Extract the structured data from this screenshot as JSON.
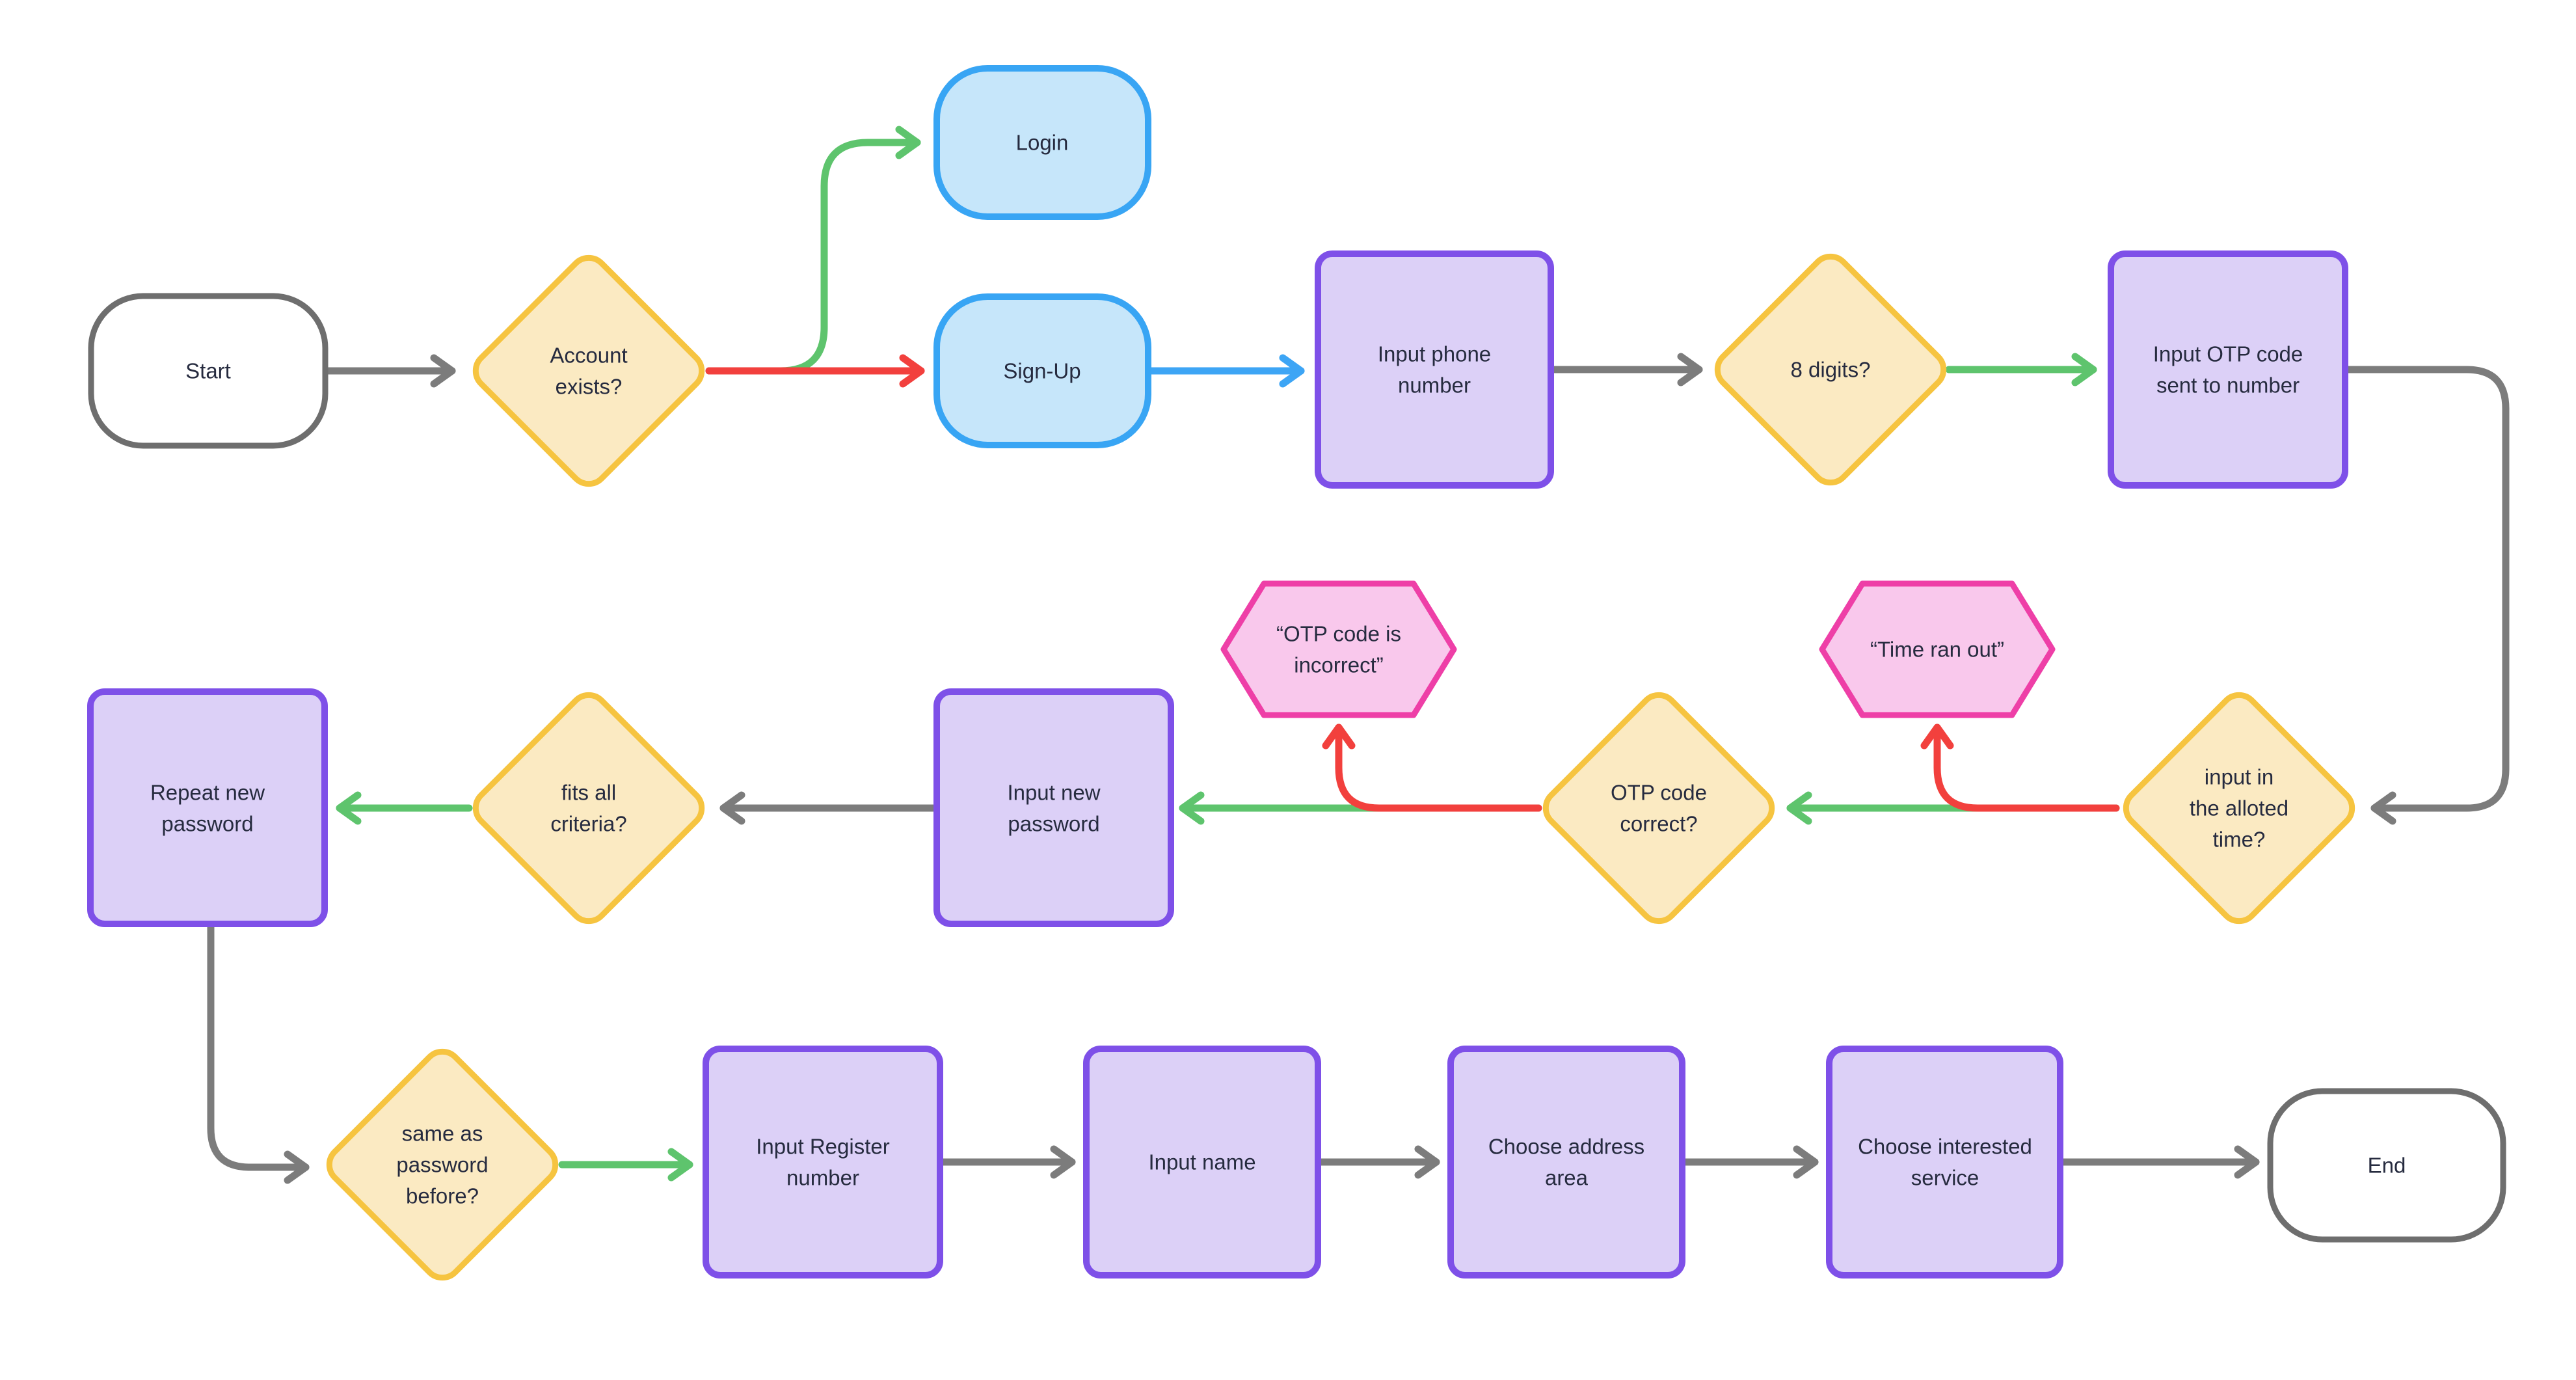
{
  "colors": {
    "background": "#ffffff",
    "text": "#262b3f",
    "arrow-gray": "#7c7c7c",
    "arrow-green": "#5ec46d",
    "arrow-red": "#f2403d",
    "arrow-blue": "#3da5f5",
    "terminator-border": "#6e6e6e",
    "terminator-fill": "#ffffff",
    "accent-blue-border": "#38a5f4",
    "accent-blue-fill": "#c6e6fa",
    "decision-border": "#f6c440",
    "decision-fill": "#fbeac2",
    "process-border": "#7e50e8",
    "process-fill": "#dcd0f7",
    "display-border": "#ee3fa7",
    "display-fill": "#f9c8ec"
  },
  "nodes": [
    {
      "id": "start",
      "type": "terminator",
      "label": "Start"
    },
    {
      "id": "account-exists",
      "type": "decision",
      "label": "Account\nexists?"
    },
    {
      "id": "login",
      "type": "terminator-accent",
      "label": "Login"
    },
    {
      "id": "signup",
      "type": "terminator-accent",
      "label": "Sign-Up"
    },
    {
      "id": "input-phone",
      "type": "process",
      "label": "Input phone\nnumber"
    },
    {
      "id": "eight-digits",
      "type": "decision",
      "label": "8 digits?"
    },
    {
      "id": "input-otp",
      "type": "process",
      "label": "Input OTP code\nsent to number"
    },
    {
      "id": "alloted-time",
      "type": "decision",
      "label": "input in\nthe alloted\ntime?"
    },
    {
      "id": "time-ran-out",
      "type": "display",
      "label": "“Time ran out”"
    },
    {
      "id": "otp-correct",
      "type": "decision",
      "label": "OTP code\ncorrect?"
    },
    {
      "id": "otp-incorrect",
      "type": "display",
      "label": "“OTP code is\nincorrect”"
    },
    {
      "id": "input-new-password",
      "type": "process",
      "label": "Input new\npassword"
    },
    {
      "id": "fits-criteria",
      "type": "decision",
      "label": "fits all\ncriteria?"
    },
    {
      "id": "repeat-password",
      "type": "process",
      "label": "Repeat new\npassword"
    },
    {
      "id": "same-password",
      "type": "decision",
      "label": "same as\npassword\nbefore?"
    },
    {
      "id": "input-register",
      "type": "process",
      "label": "Input Register\nnumber"
    },
    {
      "id": "input-name",
      "type": "process",
      "label": "Input name"
    },
    {
      "id": "choose-address",
      "type": "process",
      "label": "Choose address\narea"
    },
    {
      "id": "choose-service",
      "type": "process",
      "label": "Choose interested\nservice"
    },
    {
      "id": "end",
      "type": "terminator",
      "label": "End"
    }
  ],
  "edges": [
    {
      "from": "start",
      "to": "account-exists",
      "color": "gray"
    },
    {
      "from": "account-exists",
      "to": "login",
      "color": "green"
    },
    {
      "from": "account-exists",
      "to": "signup",
      "color": "red"
    },
    {
      "from": "signup",
      "to": "input-phone",
      "color": "blue"
    },
    {
      "from": "input-phone",
      "to": "eight-digits",
      "color": "gray"
    },
    {
      "from": "eight-digits",
      "to": "input-otp",
      "color": "green"
    },
    {
      "from": "input-otp",
      "to": "alloted-time",
      "color": "gray"
    },
    {
      "from": "alloted-time",
      "to": "otp-correct",
      "color": "green"
    },
    {
      "from": "alloted-time",
      "to": "time-ran-out",
      "color": "red"
    },
    {
      "from": "otp-correct",
      "to": "input-new-password",
      "color": "green"
    },
    {
      "from": "otp-correct",
      "to": "otp-incorrect",
      "color": "red"
    },
    {
      "from": "input-new-password",
      "to": "fits-criteria",
      "color": "gray"
    },
    {
      "from": "fits-criteria",
      "to": "repeat-password",
      "color": "green"
    },
    {
      "from": "repeat-password",
      "to": "same-password",
      "color": "gray"
    },
    {
      "from": "same-password",
      "to": "input-register",
      "color": "green"
    },
    {
      "from": "input-register",
      "to": "input-name",
      "color": "gray"
    },
    {
      "from": "input-name",
      "to": "choose-address",
      "color": "gray"
    },
    {
      "from": "choose-address",
      "to": "choose-service",
      "color": "gray"
    },
    {
      "from": "choose-service",
      "to": "end",
      "color": "gray"
    }
  ]
}
